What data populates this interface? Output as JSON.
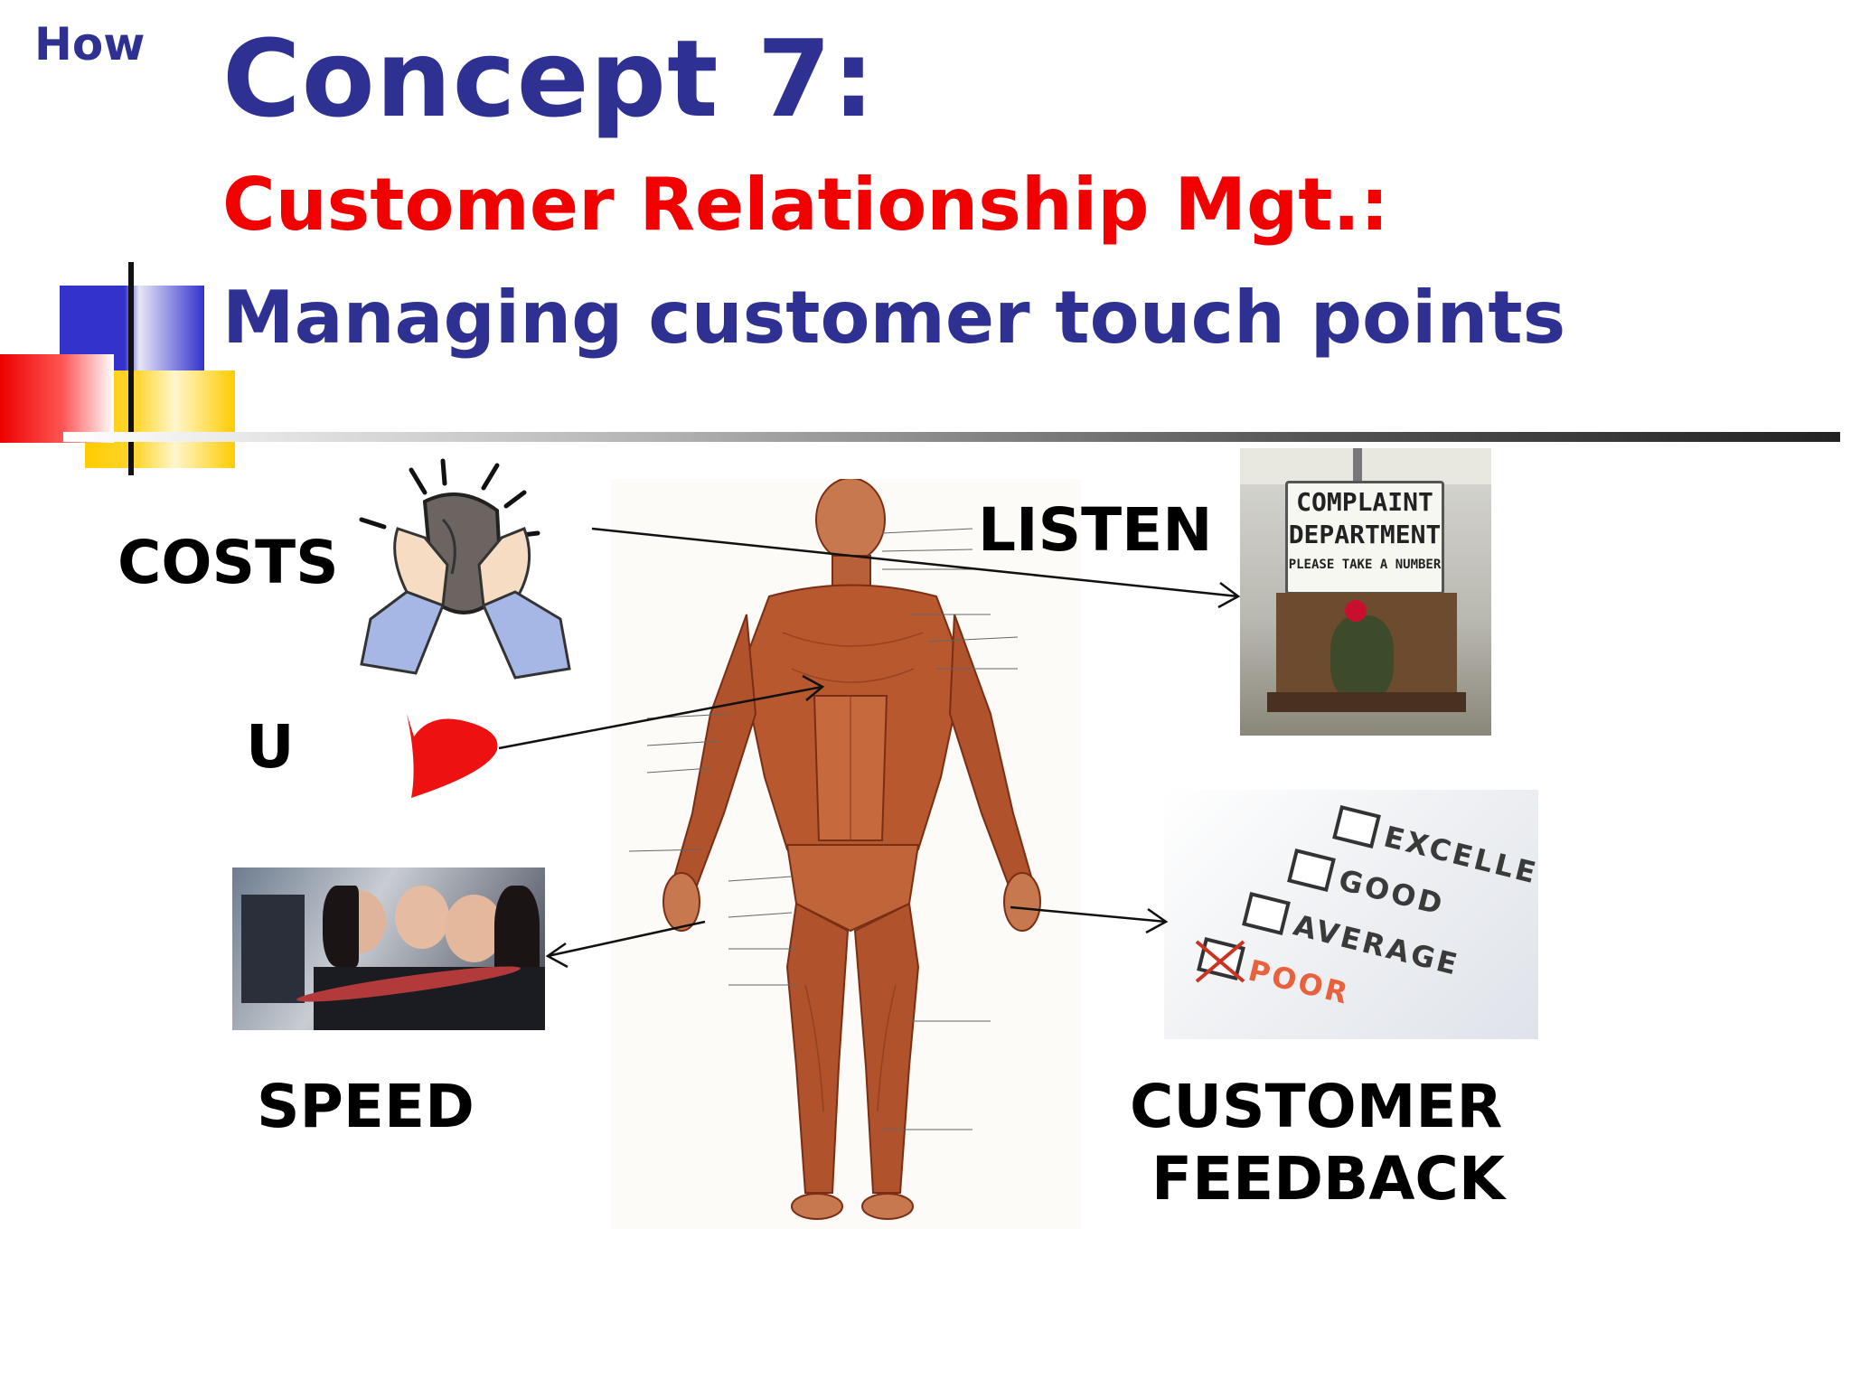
{
  "header": {
    "corner": "How",
    "title": "Concept 7:",
    "subtitle_line1": "Customer Relationship Mgt.:",
    "subtitle_line2": "Managing customer touch points"
  },
  "labels": {
    "costs": "COSTS",
    "u": "U",
    "listen": "LISTEN",
    "speed": "SPEED",
    "customer": "CUSTOMER",
    "feedback": "FEEDBACK"
  },
  "complaint_sign": {
    "line1": "COMPLAINT",
    "line2": "DEPARTMENT",
    "line3": "PLEASE TAKE A NUMBER"
  },
  "survey": {
    "options": [
      "EXCELLE",
      "GOOD",
      "AVERAGE",
      "POOR"
    ]
  },
  "colors": {
    "title_blue": "#2E3192",
    "subtitle_red": "#F20000",
    "poor_orange": "#E8603C"
  },
  "icons": [
    "wallet-squeeze-icon",
    "heart-icon",
    "complaint-sign-icon",
    "call-center-icon",
    "survey-checklist-icon",
    "anatomy-figure-icon"
  ]
}
